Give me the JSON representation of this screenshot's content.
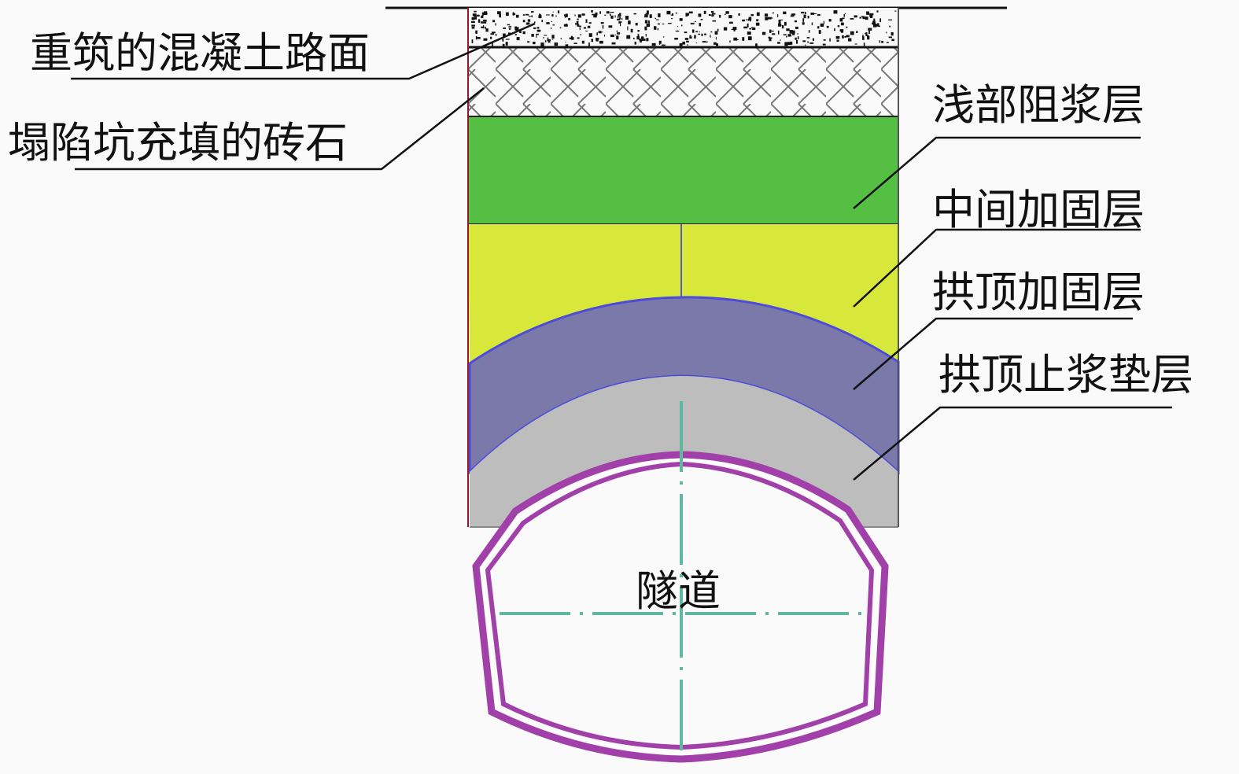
{
  "labels": {
    "concrete_road": "重筑的混凝土路面",
    "rubble_fill": "塌陷坑充填的砖石",
    "shallow_grout_barrier": "浅部阻浆层",
    "middle_reinforcement": "中间加固层",
    "crown_reinforcement": "拱顶加固层",
    "crown_grout_stop_cushion": "拱顶止浆垫层",
    "tunnel": "隧道"
  },
  "colors": {
    "green_layer": "#55bf44",
    "yellow_layer": "#d8e83a",
    "purple_layer": "#7b78aa",
    "gray_layer": "#bdbdbd",
    "tunnel_lining": "#a040a8",
    "centerline": "#5fb9a0"
  }
}
